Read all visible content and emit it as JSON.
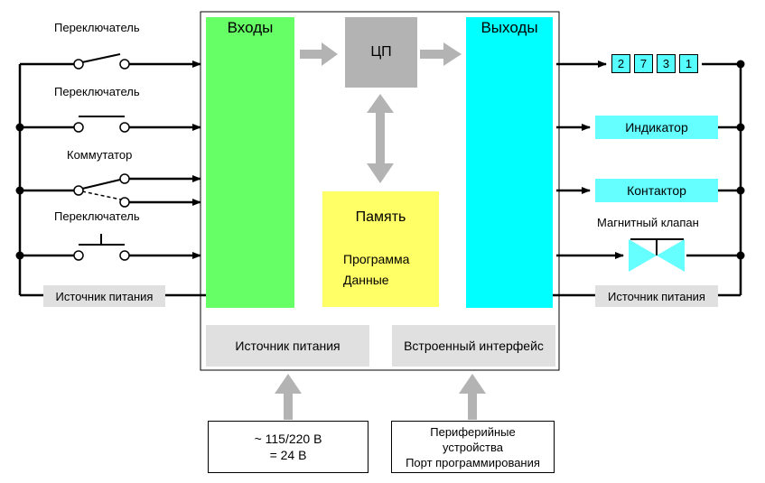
{
  "inputs": {
    "title": "Входы",
    "labels": [
      "Переключатель",
      "Переключатель",
      "Коммутатор",
      "Переключатель"
    ],
    "power_supply": "Источник питания"
  },
  "cpu": {
    "label": "ЦП"
  },
  "memory": {
    "title": "Память",
    "items": [
      "Программа",
      "Данные"
    ]
  },
  "outputs": {
    "title": "Выходы",
    "display_digits": [
      "2",
      "7",
      "3",
      "1"
    ],
    "indicator": "Индикатор",
    "contactor": "Контактор",
    "valve_label": "Магнитный клапан",
    "power_supply": "Источник питания"
  },
  "internal": {
    "power_supply": "Источник питания",
    "interface": "Встроенный интерфейс"
  },
  "supply_box": {
    "line1": "~ 115/220 В",
    "line2": "= 24 В"
  },
  "peripheral_box": {
    "line1": "Периферийные",
    "line2": "устройства",
    "line3": "Порт программирования"
  },
  "colors": {
    "inputs": "#66ff66",
    "outputs": "#00ffff",
    "cpu": "#b3b3b3",
    "memory": "#ffff66",
    "output_devices": "#66ffff",
    "gray_box": "#e0e0e0",
    "arrow": "#b3b3b3"
  }
}
